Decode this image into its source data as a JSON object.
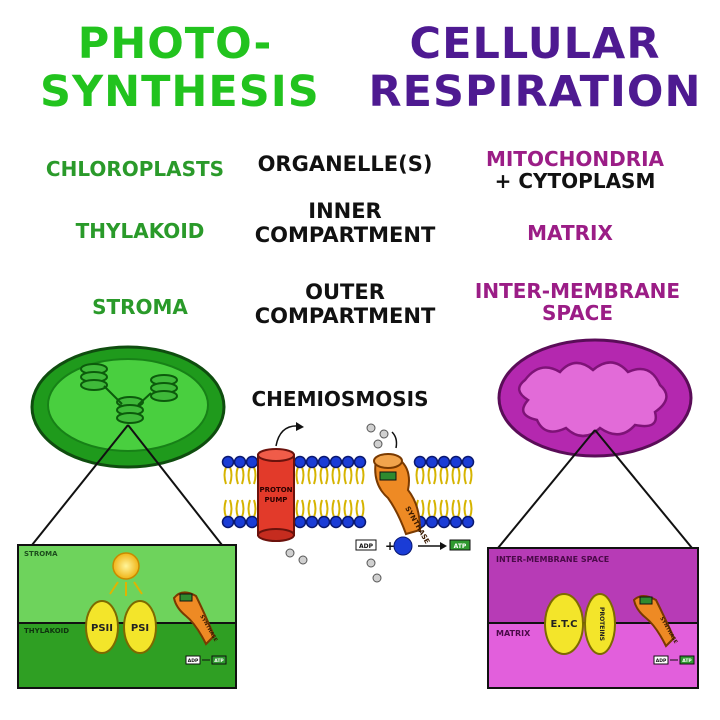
{
  "titles": {
    "photosynthesis_line1": "PHOTO-",
    "photosynthesis_line2": "SYNTHESIS",
    "respiration_line1": "CELLULAR",
    "respiration_line2": "RESPIRATION"
  },
  "rows": {
    "organelles": {
      "photosynthesis": "CHLOROPLASTS",
      "label": "ORGANELLE(S)",
      "respiration_line1": "MITOCHONDRIA",
      "respiration_line2": "+ CYTOPLASM"
    },
    "inner": {
      "photosynthesis": "THYLAKOID",
      "label_line1": "INNER",
      "label_line2": "COMPARTMENT",
      "respiration": "MATRIX"
    },
    "outer": {
      "photosynthesis": "STROMA",
      "label_line1": "OUTER",
      "label_line2": "COMPARTMENT",
      "respiration_line1": "INTER-MEMBRANE",
      "respiration_line2": "SPACE"
    }
  },
  "chemiosmosis": {
    "label": "CHEMIOSMOSIS",
    "proton_pump_line1": "PROTON",
    "proton_pump_line2": "PUMP",
    "synthase": "SYNTHASE",
    "adp": "ADP",
    "atp": "ATP",
    "plus": "+"
  },
  "chloroplast_inset": {
    "stroma": "STROMA",
    "thylakoid": "THYLAKOID",
    "psii": "PSII",
    "psi": "PSI",
    "synthase": "SYNTHASE",
    "adp": "ADP",
    "atp": "ATP"
  },
  "mitochondria_inset": {
    "intermembrane": "INTER-MEMBRANE SPACE",
    "matrix": "MATRIX",
    "etc": "E.T.C",
    "proteins": "PROTEINS",
    "synthase": "SYNTHASE",
    "adp": "ADP",
    "atp": "ATP"
  },
  "colors": {
    "photosynthesis_title": "#22c31e",
    "respiration_title": "#4e1a91",
    "green_label": "#2a9a2a",
    "purple_label": "#9b1d86",
    "chloroplast": "#2fb52c",
    "mitochondria": "#c52fc0"
  }
}
